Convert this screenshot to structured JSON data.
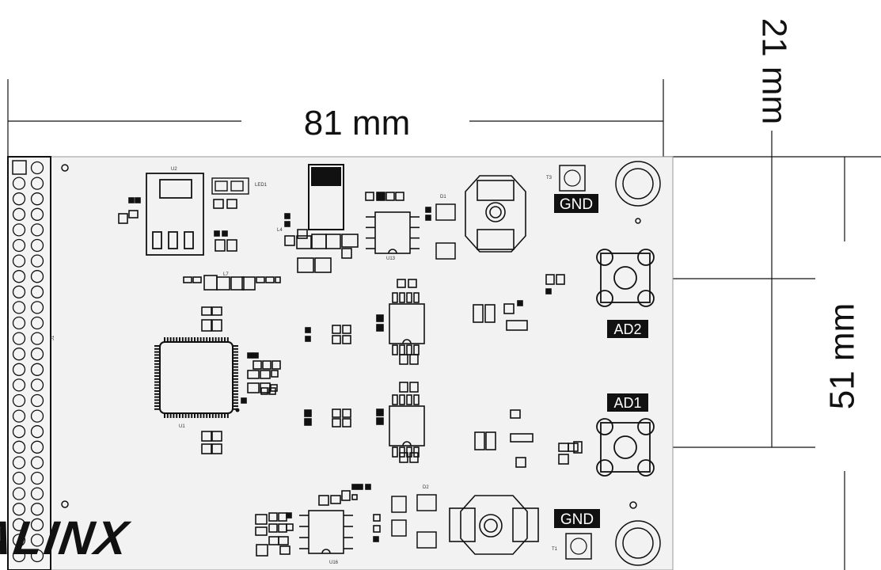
{
  "dimensions": {
    "width_label": "81 mm",
    "height_label": "21 mm",
    "spacing_label": "51 mm"
  },
  "board": {
    "logo": "ALINX",
    "labels": {
      "gnd_top": "GND",
      "gnd_bottom": "GND",
      "ad2": "AD2",
      "ad1": "AD1"
    },
    "refs": {
      "u1": "U1",
      "u2": "U2",
      "u13": "U13",
      "u16": "U16",
      "j1": "J1",
      "t1": "T1",
      "t3": "T3",
      "led1": "LED1",
      "d1": "D1",
      "d2": "D2",
      "l4": "L4",
      "l7": "L7"
    }
  },
  "colors": {
    "board_fill": "#f2f2f2",
    "ink": "#111111"
  }
}
